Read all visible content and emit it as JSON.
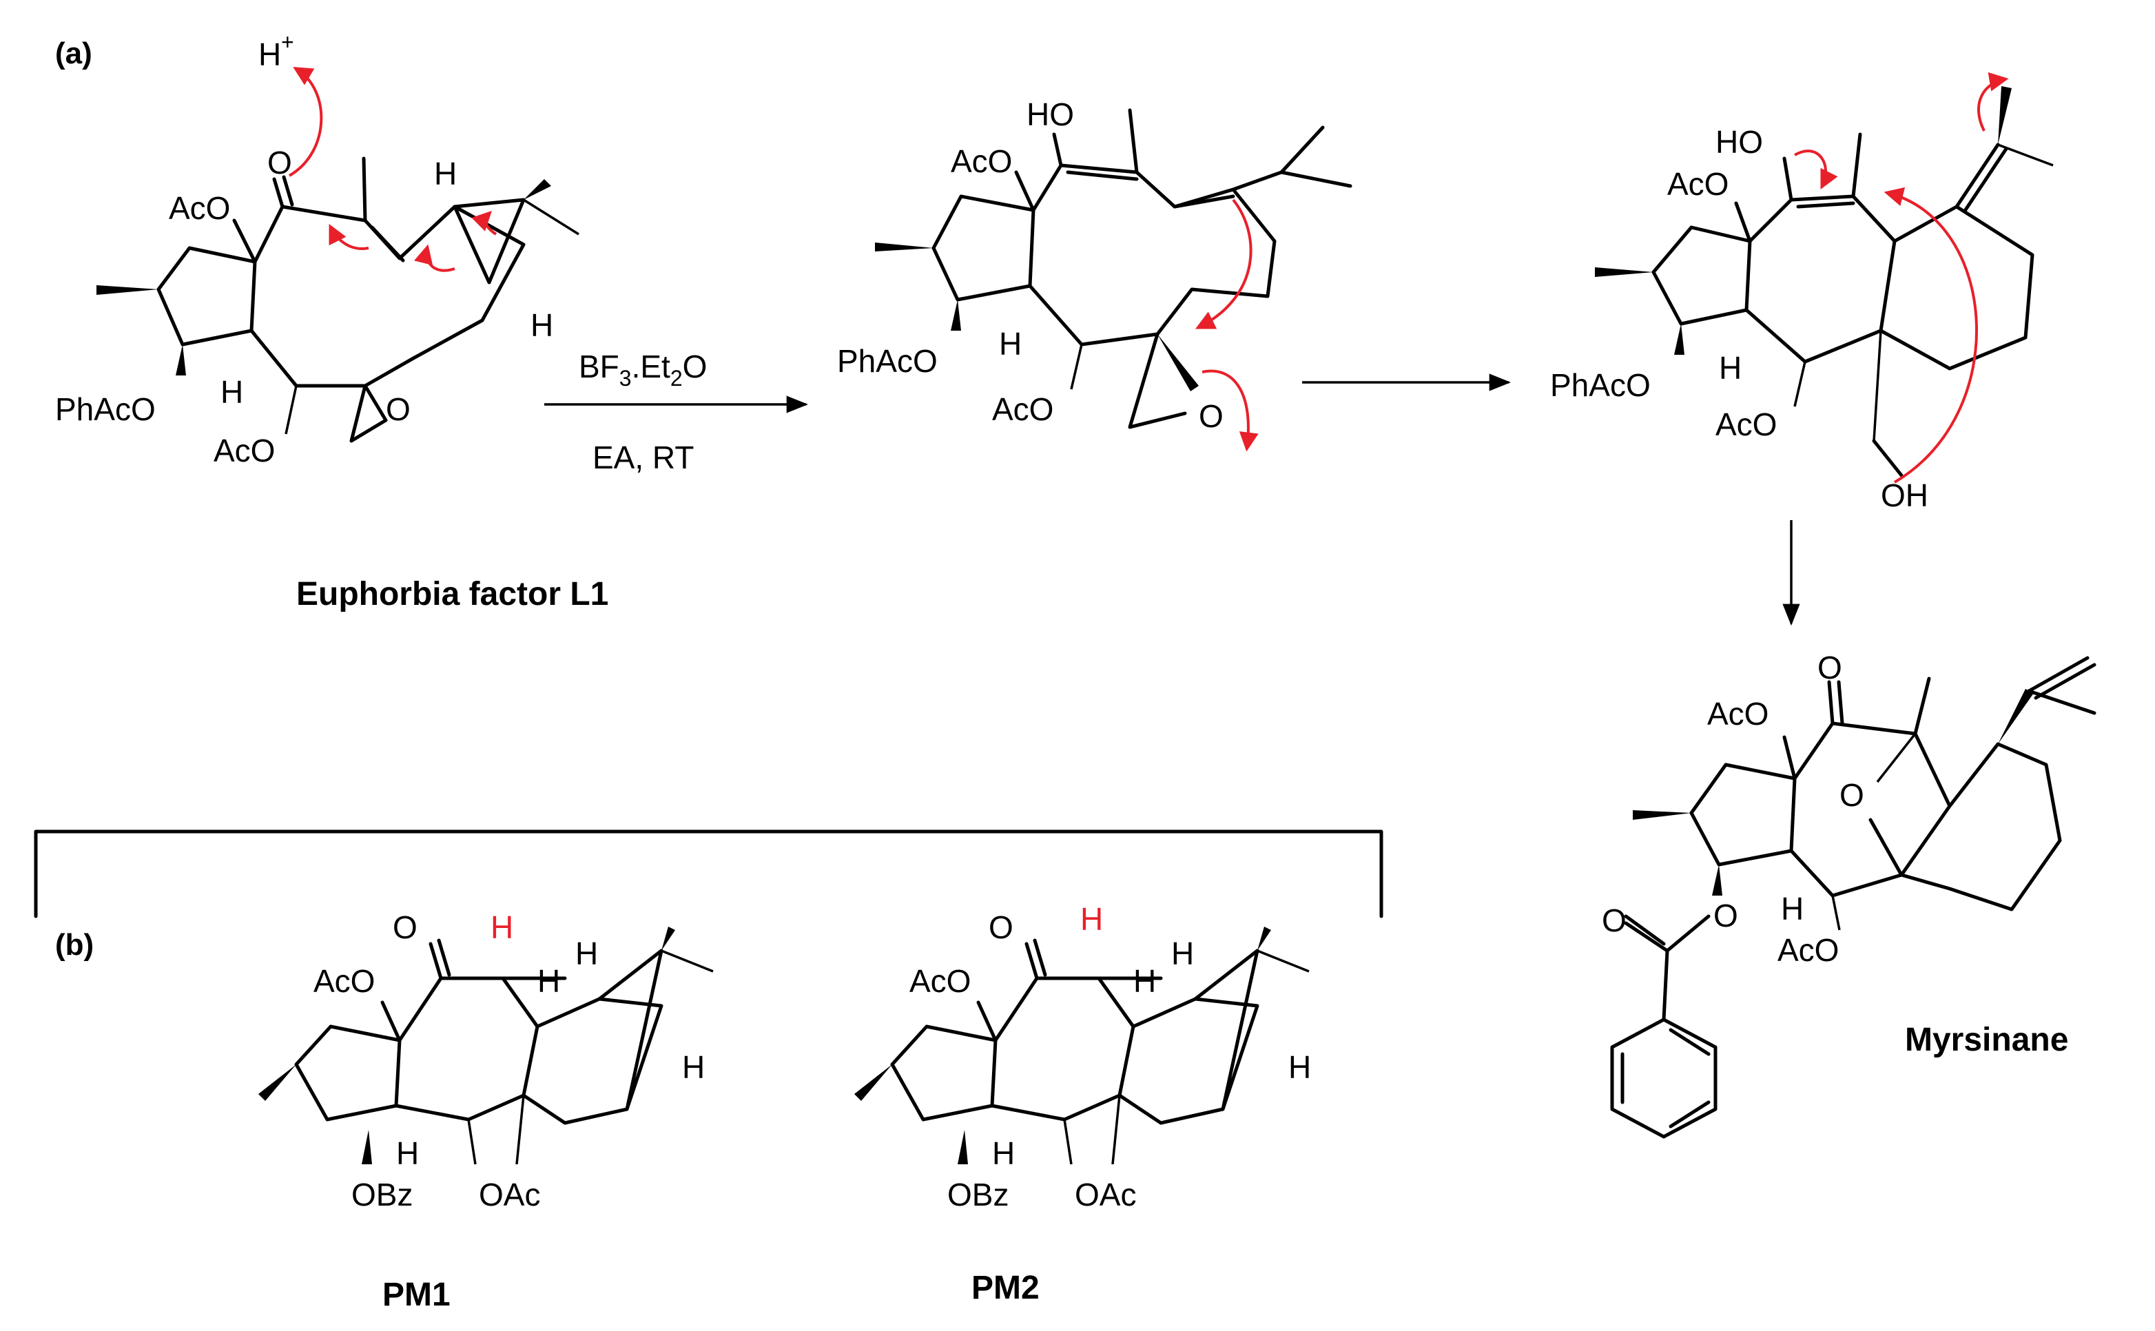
{
  "panels": {
    "a": "(a)",
    "b": "(b)"
  },
  "compounds": {
    "start": "Euphorbia factor L1",
    "final": "Myrsinane",
    "pm1": "PM1",
    "pm2": "PM2"
  },
  "reaction": {
    "reagent_main": "BF",
    "reagent_sub1": "3",
    "reagent_mid": ".Et",
    "reagent_sub2": "2",
    "reagent_end": "O",
    "conditions": "EA, RT"
  },
  "atoms": {
    "proton": "H",
    "proton_charge": "+",
    "oxygen": "O",
    "hydrogen": "H",
    "acetoxy": "AcO",
    "acetoxy_right": "OAc",
    "phenylacetoxy": "PhAcO",
    "benzoyloxy": "OBz",
    "hydroxy": "HO",
    "hydroxy_right": "OH"
  },
  "colors": {
    "mechanism_arrows": "#e8202a",
    "highlight_h": "#e8202a",
    "structure": "#000000"
  }
}
